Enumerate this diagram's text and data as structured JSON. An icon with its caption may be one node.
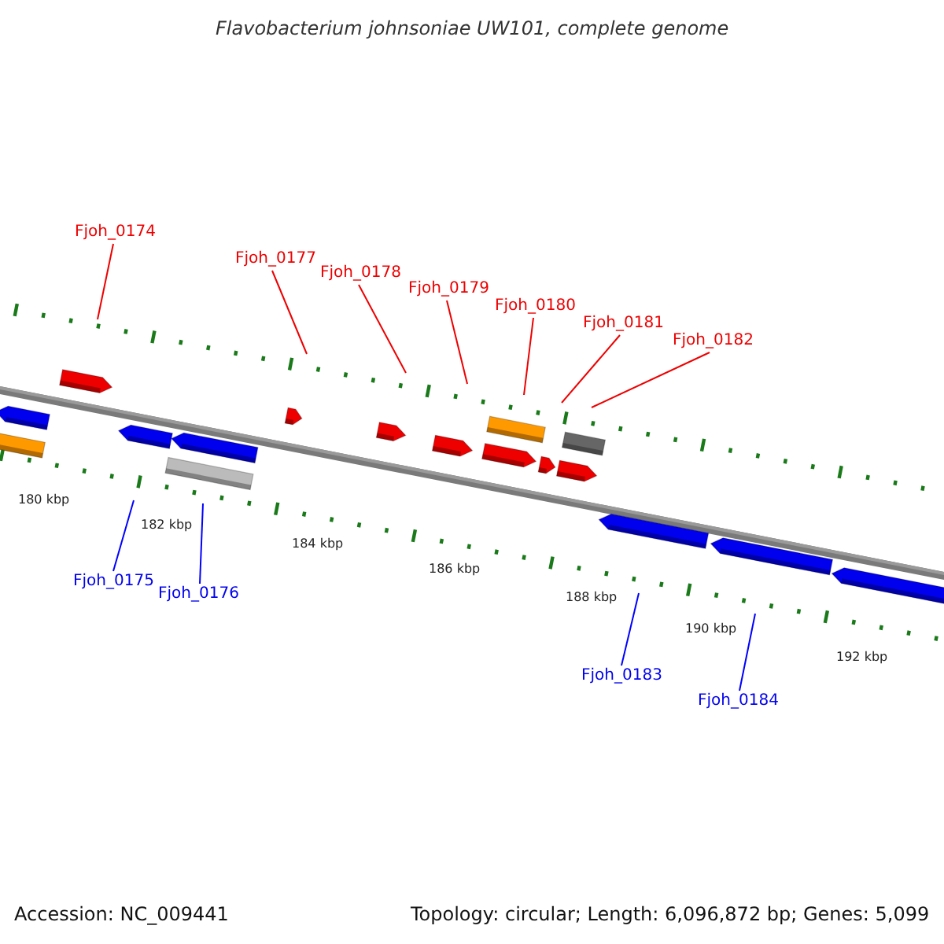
{
  "diagram": {
    "title": "Flavobacterium johnsoniae UW101, complete genome",
    "nodes": [
      {
        "text": [
          "Fjoh_0174"
        ]
      },
      {
        "text": [
          "Fjoh_0177"
        ]
      },
      {
        "text": [
          "Fjoh_0178"
        ]
      },
      {
        "text": [
          "Fjoh_0179"
        ]
      },
      {
        "text": [
          "Fjoh_0180"
        ]
      },
      {
        "text": [
          "Fjoh_0181"
        ]
      },
      {
        "text": [
          "Fjoh_0182"
        ]
      },
      {
        "text": [
          "Fjoh_0175"
        ]
      },
      {
        "text": [
          "Fjoh_0176"
        ]
      },
      {
        "text": [
          "Fjoh_0183"
        ]
      },
      {
        "text": [
          "Fjoh_0184"
        ]
      }
    ],
    "edges": [
      {
        "from": 0,
        "to": null,
        "arrow": "none"
      },
      {
        "from": 1,
        "to": null,
        "arrow": "none"
      },
      {
        "from": 2,
        "to": null,
        "arrow": "none"
      },
      {
        "from": 3,
        "to": null,
        "arrow": "none"
      },
      {
        "from": 4,
        "to": null,
        "arrow": "none"
      },
      {
        "from": 5,
        "to": null,
        "arrow": "none"
      },
      {
        "from": 6,
        "to": null,
        "arrow": "none"
      },
      {
        "from": 7,
        "to": null,
        "arrow": "none",
        "color": "#0000ff"
      },
      {
        "from": 8,
        "to": null,
        "arrow": "none",
        "color": "#0000ff"
      },
      {
        "from": 9,
        "to": null,
        "arrow": "none",
        "color": "#0000ff"
      },
      {
        "from": 10,
        "to": null,
        "arrow": "none",
        "color": "#0000ff"
      }
    ],
    "labels": [
      "180 kbp",
      "182 kbp",
      "184 kbp",
      "186 kbp",
      "188 kbp",
      "190 kbp",
      "192 kbp",
      "Accession: NC_009441",
      "Topology: circular; Length: 6,096,872 bp; Genes: 5,099"
    ]
  }
}
